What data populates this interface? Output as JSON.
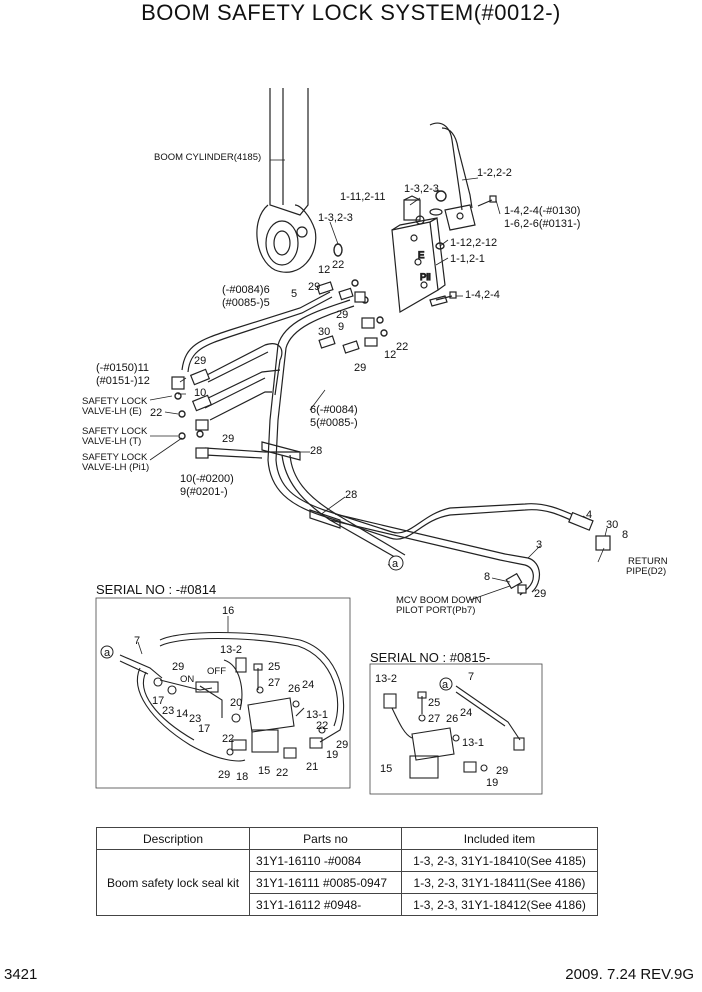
{
  "title": "BOOM SAFETY LOCK SYSTEM(#0012-)",
  "labels": {
    "boom_cylinder": "BOOM CYLINDER(4185)",
    "l_1_2": "1-2,2-2",
    "l_1_3_a": "1-3,2-3",
    "l_1_3_b": "1-3,2-3",
    "l_1_11": "1-11,2-11",
    "l_1_4_0130": "1-4,2-4(-#0130)",
    "l_1_6_0131": "1-6,2-6(#0131-)",
    "l_1_12": "1-12,2-12",
    "l_1_1": "1-1,2-1",
    "l_1_4": "1-4,2-4",
    "n12a": "12",
    "n22a": "22",
    "l_0084_6": "(-#0084)6",
    "l_0085_5": "(#0085-)5",
    "n5": "5",
    "n29a": "29",
    "n29b": "29",
    "n9": "9",
    "n30a": "30",
    "n22b": "22",
    "n12b": "12",
    "n29c": "29",
    "l_0150_11": "(-#0150)11",
    "l_0151_12": "(#0151-)12",
    "n29d": "29",
    "n10": "10",
    "sv_e1": "SAFETY LOCK",
    "sv_e2": "VALVE-LH (E)",
    "n22c": "22",
    "sv_t1": "SAFETY LOCK",
    "sv_t2": "VALVE-LH (T)",
    "n29e": "29",
    "sv_p1": "SAFETY LOCK",
    "sv_p2": "VALVE-LH (Pi1)",
    "l_6_0084": "6(-#0084)",
    "l_5_0085": "5(#0085-)",
    "n28a": "28",
    "l_10_0200": "10(-#0200)",
    "l_9_0201": "9(#0201-)",
    "n28b": "28",
    "n4": "4",
    "n30b": "30",
    "n8a": "8",
    "n3": "3",
    "return1": "RETURN",
    "return2": "PIPE(D2)",
    "a1": "a",
    "n8b": "8",
    "n29f": "29",
    "mcv1": "MCV BOOM DOWN",
    "mcv2": "PILOT PORT(Pb7)"
  },
  "serial_1": {
    "title": "SERIAL NO : -#0814",
    "labels": {
      "n16": "16",
      "n7": "7",
      "a": "a",
      "n13_2": "13-2",
      "n25": "25",
      "n27": "27",
      "n29a": "29",
      "on": "ON",
      "off": "OFF",
      "n26": "26",
      "n24": "24",
      "n17a": "17",
      "n23a": "23",
      "n14": "14",
      "n23b": "23",
      "n20": "20",
      "n13_1": "13-1",
      "n17b": "17",
      "n22a": "22",
      "n22b": "22",
      "n29b": "29",
      "n19": "19",
      "n29c": "29",
      "n18": "18",
      "n15": "15",
      "n22c": "22",
      "n21": "21"
    }
  },
  "serial_2": {
    "title": "SERIAL NO : #0815-",
    "labels": {
      "n13_2": "13-2",
      "a": "a",
      "n7": "7",
      "n25": "25",
      "n27": "27",
      "n26": "26",
      "n24": "24",
      "n13_1": "13-1",
      "n15": "15",
      "n29": "29",
      "n19": "19"
    }
  },
  "table": {
    "headers": [
      "Description",
      "Parts no",
      "Included item"
    ],
    "description": "Boom safety lock seal kit",
    "rows": [
      {
        "parts_no": "31Y1-16110  -#0084",
        "included": "1-3, 2-3, 31Y1-18410(See 4185)"
      },
      {
        "parts_no": "31Y1-16111  #0085-0947",
        "included": "1-3, 2-3, 31Y1-18411(See 4186)"
      },
      {
        "parts_no": "31Y1-16112  #0948-",
        "included": "1-3, 2-3, 31Y1-18412(See 4186)"
      }
    ]
  },
  "footer": {
    "page": "3421",
    "date_rev": "2009. 7.24  REV.9G"
  }
}
